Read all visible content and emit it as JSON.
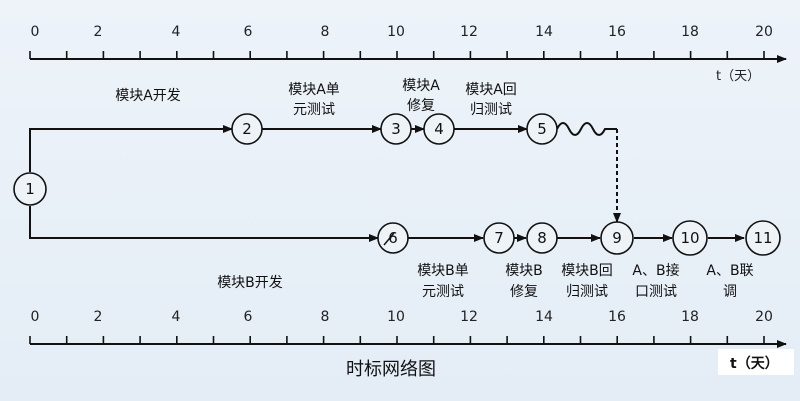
{
  "top_axis": {
    "ticks": [
      "0",
      "2",
      "4",
      "6",
      "8",
      "10",
      "12",
      "14",
      "16",
      "18",
      "20"
    ],
    "unit": "t（天）"
  },
  "bottom_axis": {
    "ticks": [
      "0",
      "2",
      "4",
      "6",
      "8",
      "10",
      "12",
      "14",
      "16",
      "18",
      "20"
    ],
    "unit": "t（天）"
  },
  "nodes": {
    "n1": "1",
    "n2": "2",
    "n3": "3",
    "n4": "4",
    "n5": "5",
    "n6": "6",
    "n7": "7",
    "n8": "8",
    "n9": "9",
    "n10": "10",
    "n11": "11"
  },
  "tasks": {
    "module_a_dev": [
      "模块A开发"
    ],
    "module_a_unit_test": [
      "模块A单",
      "元测试"
    ],
    "module_a_fix": [
      "模块A",
      "修复"
    ],
    "module_a_regression": [
      "模块A回",
      "归测试"
    ],
    "module_b_dev": [
      "模块B开发"
    ],
    "module_b_unit_test": [
      "模块B单",
      "元测试"
    ],
    "module_b_fix": [
      "模块B",
      "修复"
    ],
    "module_b_regression": [
      "模块B回",
      "归测试"
    ],
    "ab_interface_test": [
      "A、B接",
      "口测试"
    ],
    "ab_integration": [
      "A、B联",
      "调"
    ]
  },
  "caption": "时标网络图",
  "colors": {
    "background": "#e8eff7",
    "line": "#111111"
  }
}
